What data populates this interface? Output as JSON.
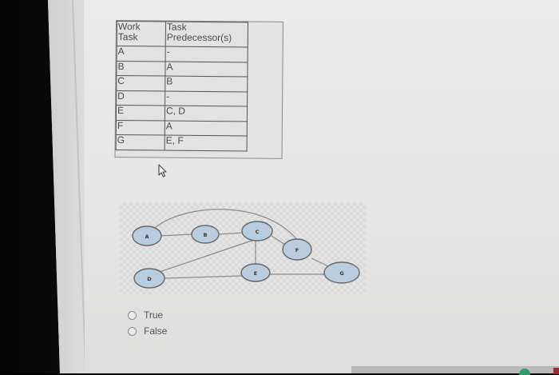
{
  "table": {
    "headers": [
      "Work\nTask",
      "Task\nPredecessor(s)"
    ],
    "header_work_line1": "Work",
    "header_work_line2": "Task",
    "header_pred_line1": "Task",
    "header_pred_line2": "Predecessor(s)",
    "rows": [
      {
        "task": "A",
        "predecessors": "-"
      },
      {
        "task": "B",
        "predecessors": "A"
      },
      {
        "task": "C",
        "predecessors": "B"
      },
      {
        "task": "D",
        "predecessors": "-"
      },
      {
        "task": "E",
        "predecessors": "C, D"
      },
      {
        "task": "F",
        "predecessors": "A"
      },
      {
        "task": "G",
        "predecessors": "E, F"
      }
    ]
  },
  "diagram": {
    "nodes": [
      {
        "id": "A",
        "label": "A"
      },
      {
        "id": "B",
        "label": "B"
      },
      {
        "id": "C",
        "label": "C"
      },
      {
        "id": "D",
        "label": "D"
      },
      {
        "id": "E",
        "label": "E"
      },
      {
        "id": "F",
        "label": "F"
      },
      {
        "id": "G",
        "label": "G"
      }
    ],
    "edges": [
      [
        "A",
        "B"
      ],
      [
        "A",
        "F"
      ],
      [
        "B",
        "C"
      ],
      [
        "C",
        "F"
      ],
      [
        "C",
        "D"
      ],
      [
        "C",
        "E"
      ],
      [
        "D",
        "E"
      ],
      [
        "E",
        "G"
      ],
      [
        "F",
        "G"
      ]
    ],
    "node_fill": "#b9cde0",
    "node_stroke": "#666666",
    "edge_color": "#8a8a8a"
  },
  "question": {
    "options": [
      {
        "label": "True",
        "selected": false
      },
      {
        "label": "False",
        "selected": false
      }
    ]
  }
}
